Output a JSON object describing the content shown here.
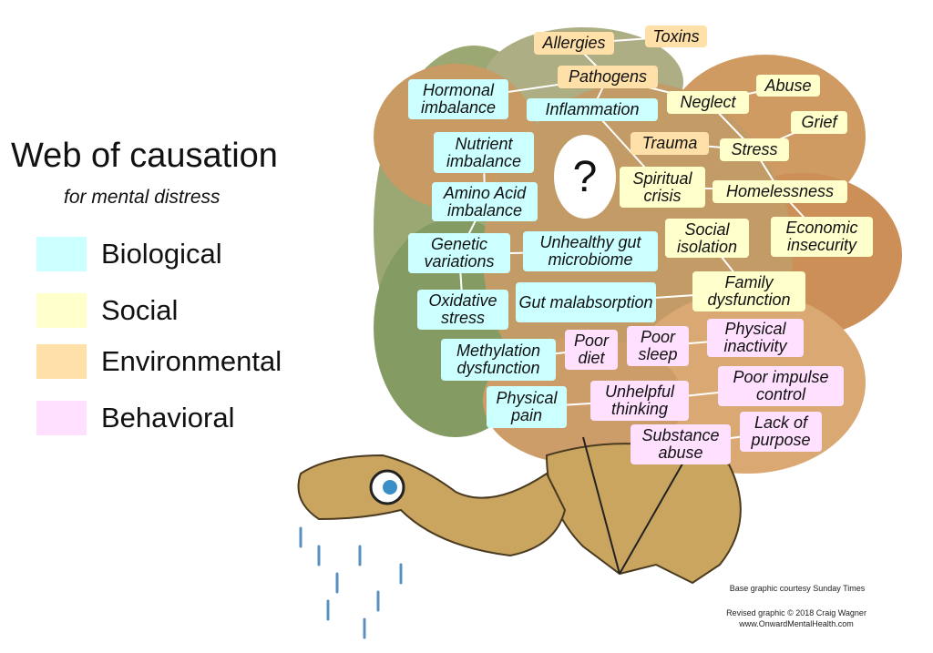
{
  "title": "Web of causation",
  "subtitle": "for mental distress",
  "legend": [
    {
      "label": "Biological",
      "color": "#ccffff"
    },
    {
      "label": "Social",
      "color": "#ffffcc"
    },
    {
      "label": "Environmental",
      "color": "#ffe0a8"
    },
    {
      "label": "Behavioral",
      "color": "#ffe0ff"
    }
  ],
  "center": "?",
  "nodes": [
    {
      "label": "Allergies",
      "category": "Environmental"
    },
    {
      "label": "Toxins",
      "category": "Environmental"
    },
    {
      "label": "Pathogens",
      "category": "Environmental"
    },
    {
      "label": "Hormonal imbalance",
      "category": "Biological"
    },
    {
      "label": "Inflammation",
      "category": "Biological"
    },
    {
      "label": "Neglect",
      "category": "Social"
    },
    {
      "label": "Abuse",
      "category": "Social"
    },
    {
      "label": "Grief",
      "category": "Social"
    },
    {
      "label": "Nutrient imbalance",
      "category": "Biological"
    },
    {
      "label": "Trauma",
      "category": "Environmental"
    },
    {
      "label": "Stress",
      "category": "Social"
    },
    {
      "label": "Spiritual crisis",
      "category": "Social"
    },
    {
      "label": "Homelessness",
      "category": "Social"
    },
    {
      "label": "Amino Acid imbalance",
      "category": "Biological"
    },
    {
      "label": "Social isolation",
      "category": "Social"
    },
    {
      "label": "Economic insecurity",
      "category": "Social"
    },
    {
      "label": "Genetic variations",
      "category": "Biological"
    },
    {
      "label": "Unhealthy gut microbiome",
      "category": "Biological"
    },
    {
      "label": "Family dysfunction",
      "category": "Social"
    },
    {
      "label": "Oxidative stress",
      "category": "Biological"
    },
    {
      "label": "Gut malabsorption",
      "category": "Biological"
    },
    {
      "label": "Physical inactivity",
      "category": "Behavioral"
    },
    {
      "label": "Methylation dysfunction",
      "category": "Biological"
    },
    {
      "label": "Poor diet",
      "category": "Behavioral"
    },
    {
      "label": "Poor sleep",
      "category": "Behavioral"
    },
    {
      "label": "Poor impulse control",
      "category": "Behavioral"
    },
    {
      "label": "Physical pain",
      "category": "Biological"
    },
    {
      "label": "Unhelpful thinking",
      "category": "Behavioral"
    },
    {
      "label": "Substance abuse",
      "category": "Behavioral"
    },
    {
      "label": "Lack of purpose",
      "category": "Behavioral"
    }
  ],
  "credits": {
    "base": "Base graphic courtesy Sunday Times",
    "revised": "Revised graphic © 2018 Craig Wagner",
    "url": "www.OnwardMentalHealth.com"
  }
}
